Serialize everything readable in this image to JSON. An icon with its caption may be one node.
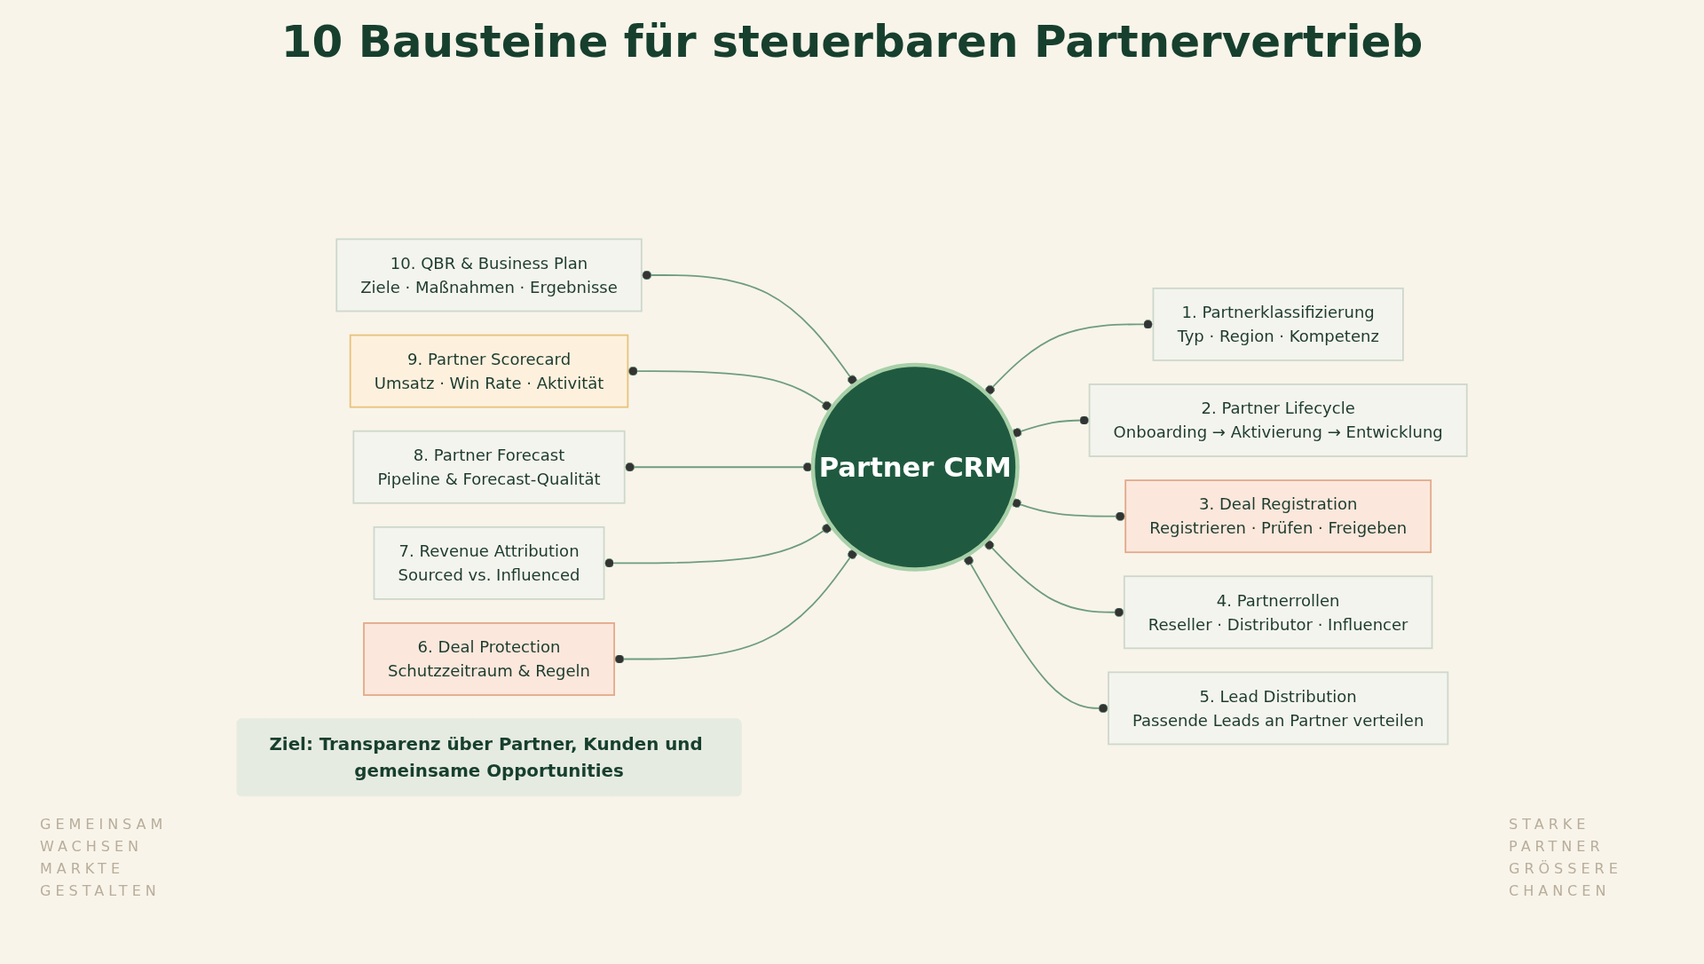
{
  "diagram": {
    "title": "10 Bausteine für steuerbaren Partnervertrieb",
    "nodes": [
      {
        "text": [
          "Partner CRM"
        ]
      },
      {
        "text": [
          "1. Partnerklassifizierung",
          "Typ · Region · Kompetenz"
        ]
      },
      {
        "text": [
          "2. Partner Lifecycle",
          "Onboarding → Aktivierung → Entwicklung"
        ]
      },
      {
        "text": [
          "3. Deal Registration",
          "Registrieren · Prüfen · Freigeben"
        ]
      },
      {
        "text": [
          "4. Partnerrollen",
          "Reseller · Distributor · Influencer"
        ]
      },
      {
        "text": [
          "5. Lead Distribution",
          "Passende Leads an Partner verteilen"
        ]
      },
      {
        "text": [
          "6. Deal Protection",
          "Schutzzeitraum & Regeln"
        ]
      },
      {
        "text": [
          "7. Revenue Attribution",
          "Sourced vs. Influenced"
        ]
      },
      {
        "text": [
          "8. Partner Forecast",
          "Pipeline & Forecast-Qualität"
        ]
      },
      {
        "text": [
          "9. Partner Scorecard",
          "Umsatz · Win Rate · Aktivität"
        ]
      },
      {
        "text": [
          "10. QBR & Business Plan",
          "Ziele · Maßnahmen · Ergebnisse"
        ]
      },
      {
        "text": [
          "Ziel: Transparenz über Partner, Kunden und gemeinsame Opportunities"
        ]
      }
    ],
    "edges": [
      {
        "from": 0,
        "to": 1,
        "arrow": "other"
      },
      {
        "from": 0,
        "to": 2,
        "arrow": "other"
      },
      {
        "from": 0,
        "to": 3,
        "arrow": "other"
      },
      {
        "from": 0,
        "to": 4,
        "arrow": "other"
      },
      {
        "from": 0,
        "to": 5,
        "arrow": "other"
      },
      {
        "from": 10,
        "to": 0,
        "arrow": "other"
      },
      {
        "from": 9,
        "to": 0,
        "arrow": "other"
      },
      {
        "from": 8,
        "to": 0,
        "arrow": "other"
      },
      {
        "from": 7,
        "to": 0,
        "arrow": "other"
      },
      {
        "from": 6,
        "to": 0,
        "arrow": "other"
      }
    ],
    "labels": [
      "GEMEINSAM WACHSEN MARKTE GESTALTEN",
      "STARKE PARTNER GRÖSSERE CHANCEN"
    ]
  }
}
